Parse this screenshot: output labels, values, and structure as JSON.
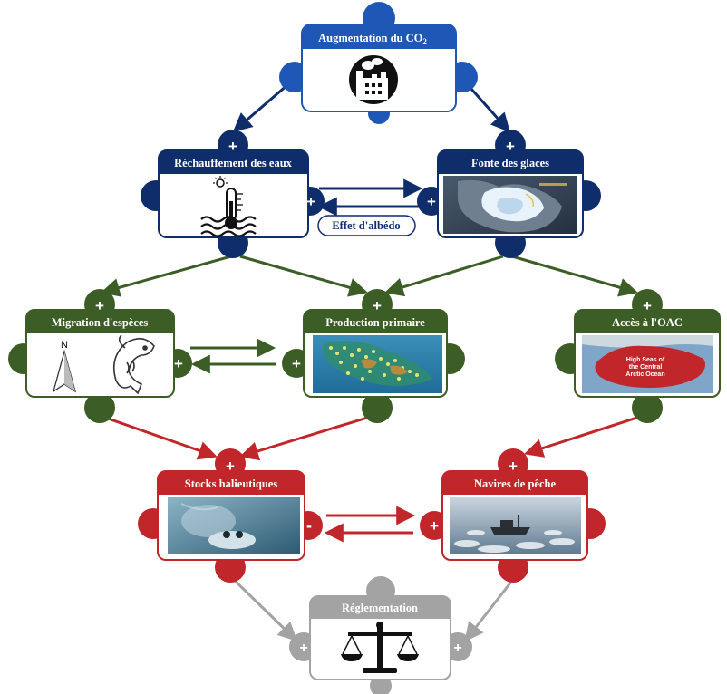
{
  "colors": {
    "navy": "#0f2d6b",
    "navy_tab": "#1e57b5",
    "green": "#3d5d26",
    "red": "#c0262a",
    "gray": "#a3a3a3"
  },
  "nodes": {
    "co2": {
      "title": "Augmentation du CO",
      "subscript": "2",
      "icon": "factory-icon"
    },
    "rechauffement": {
      "title": "Réchauffement des eaux",
      "icon": "thermometer-icon"
    },
    "fonte": {
      "title": "Fonte des glaces",
      "icon": "arctic-ice-map-icon"
    },
    "migration": {
      "title": "Migration d'espèces",
      "icon": "north-arrow-and-fish-icon",
      "compass_letter": "N"
    },
    "production": {
      "title": "Production primaire",
      "icon": "plankton-map-icon"
    },
    "acces": {
      "title": "Accès à  l'OAC",
      "icon": "arctic-ocean-map-icon",
      "map_label": [
        "High Seas of",
        "the Central",
        "Arctic Ocean"
      ]
    },
    "stocks": {
      "title": "Stocks halieutiques",
      "icon": "fish-photo-icon"
    },
    "navires": {
      "title": "Navires de pêche",
      "icon": "fishing-vessel-photo-icon"
    },
    "reglementation": {
      "title": "Réglementation",
      "icon": "scales-icon"
    }
  },
  "albedo_label": "Effet d'albédo",
  "signs": {
    "plus": "+",
    "minus": "-"
  }
}
